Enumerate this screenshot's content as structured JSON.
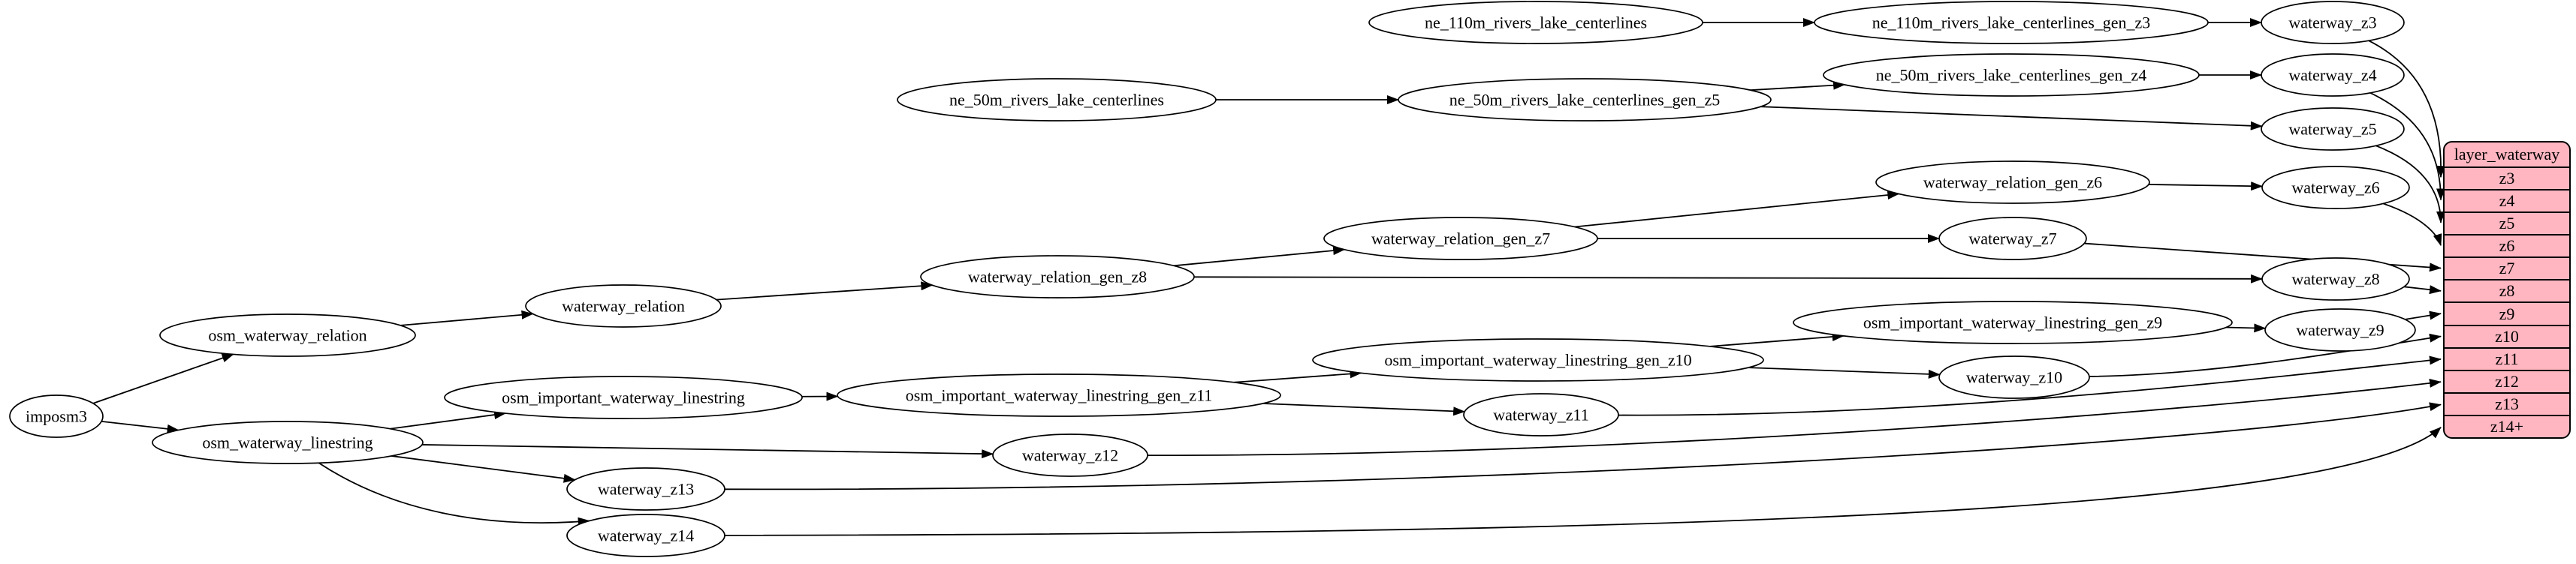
{
  "diagram": {
    "colors": {
      "background": "#ffffff",
      "node_fill": "#ffffff",
      "node_stroke": "#000000",
      "edge_color": "#000000",
      "table_fill": "#ffb6c1",
      "table_stroke": "#000000",
      "text_color": "#000000"
    },
    "nodes": [
      {
        "id": "imposm3",
        "label": "imposm3"
      },
      {
        "id": "osm_waterway_relation",
        "label": "osm_waterway_relation"
      },
      {
        "id": "osm_waterway_linestring",
        "label": "osm_waterway_linestring"
      },
      {
        "id": "waterway_relation",
        "label": "waterway_relation"
      },
      {
        "id": "osm_important_waterway_linestring",
        "label": "osm_important_waterway_linestring"
      },
      {
        "id": "waterway_relation_gen_z8",
        "label": "waterway_relation_gen_z8"
      },
      {
        "id": "waterway_relation_gen_z7",
        "label": "waterway_relation_gen_z7"
      },
      {
        "id": "waterway_relation_gen_z6",
        "label": "waterway_relation_gen_z6"
      },
      {
        "id": "osm_important_waterway_linestring_gen_z11",
        "label": "osm_important_waterway_linestring_gen_z11"
      },
      {
        "id": "osm_important_waterway_linestring_gen_z10",
        "label": "osm_important_waterway_linestring_gen_z10"
      },
      {
        "id": "osm_important_waterway_linestring_gen_z9",
        "label": "osm_important_waterway_linestring_gen_z9"
      },
      {
        "id": "ne_110m_rivers_lake_centerlines",
        "label": "ne_110m_rivers_lake_centerlines"
      },
      {
        "id": "ne_110m_rivers_lake_centerlines_gen_z3",
        "label": "ne_110m_rivers_lake_centerlines_gen_z3"
      },
      {
        "id": "ne_50m_rivers_lake_centerlines",
        "label": "ne_50m_rivers_lake_centerlines"
      },
      {
        "id": "ne_50m_rivers_lake_centerlines_gen_z5",
        "label": "ne_50m_rivers_lake_centerlines_gen_z5"
      },
      {
        "id": "ne_50m_rivers_lake_centerlines_gen_z4",
        "label": "ne_50m_rivers_lake_centerlines_gen_z4"
      },
      {
        "id": "waterway_z3",
        "label": "waterway_z3"
      },
      {
        "id": "waterway_z4",
        "label": "waterway_z4"
      },
      {
        "id": "waterway_z5",
        "label": "waterway_z5"
      },
      {
        "id": "waterway_z6",
        "label": "waterway_z6"
      },
      {
        "id": "waterway_z7",
        "label": "waterway_z7"
      },
      {
        "id": "waterway_z8",
        "label": "waterway_z8"
      },
      {
        "id": "waterway_z9",
        "label": "waterway_z9"
      },
      {
        "id": "waterway_z10",
        "label": "waterway_z10"
      },
      {
        "id": "waterway_z11",
        "label": "waterway_z11"
      },
      {
        "id": "waterway_z12",
        "label": "waterway_z12"
      },
      {
        "id": "waterway_z13",
        "label": "waterway_z13"
      },
      {
        "id": "waterway_z14",
        "label": "waterway_z14"
      }
    ],
    "edges": [
      {
        "from": "imposm3",
        "to": "osm_waterway_relation"
      },
      {
        "from": "imposm3",
        "to": "osm_waterway_linestring"
      },
      {
        "from": "osm_waterway_relation",
        "to": "waterway_relation"
      },
      {
        "from": "waterway_relation",
        "to": "waterway_relation_gen_z8"
      },
      {
        "from": "waterway_relation_gen_z8",
        "to": "waterway_relation_gen_z7"
      },
      {
        "from": "waterway_relation_gen_z8",
        "to": "waterway_z8"
      },
      {
        "from": "waterway_relation_gen_z7",
        "to": "waterway_relation_gen_z6"
      },
      {
        "from": "waterway_relation_gen_z7",
        "to": "waterway_z7"
      },
      {
        "from": "waterway_relation_gen_z6",
        "to": "waterway_z6"
      },
      {
        "from": "ne_110m_rivers_lake_centerlines",
        "to": "ne_110m_rivers_lake_centerlines_gen_z3"
      },
      {
        "from": "ne_110m_rivers_lake_centerlines_gen_z3",
        "to": "waterway_z3"
      },
      {
        "from": "ne_50m_rivers_lake_centerlines",
        "to": "ne_50m_rivers_lake_centerlines_gen_z5"
      },
      {
        "from": "ne_50m_rivers_lake_centerlines_gen_z5",
        "to": "ne_50m_rivers_lake_centerlines_gen_z4"
      },
      {
        "from": "ne_50m_rivers_lake_centerlines_gen_z5",
        "to": "waterway_z5"
      },
      {
        "from": "ne_50m_rivers_lake_centerlines_gen_z4",
        "to": "waterway_z4"
      },
      {
        "from": "osm_waterway_linestring",
        "to": "osm_important_waterway_linestring"
      },
      {
        "from": "osm_waterway_linestring",
        "to": "waterway_z12"
      },
      {
        "from": "osm_waterway_linestring",
        "to": "waterway_z13"
      },
      {
        "from": "osm_waterway_linestring",
        "to": "waterway_z14"
      },
      {
        "from": "osm_important_waterway_linestring",
        "to": "osm_important_waterway_linestring_gen_z11"
      },
      {
        "from": "osm_important_waterway_linestring_gen_z11",
        "to": "osm_important_waterway_linestring_gen_z10"
      },
      {
        "from": "osm_important_waterway_linestring_gen_z11",
        "to": "waterway_z11"
      },
      {
        "from": "osm_important_waterway_linestring_gen_z10",
        "to": "osm_important_waterway_linestring_gen_z9"
      },
      {
        "from": "osm_important_waterway_linestring_gen_z10",
        "to": "waterway_z10"
      },
      {
        "from": "osm_important_waterway_linestring_gen_z9",
        "to": "waterway_z9"
      },
      {
        "from": "waterway_z3",
        "to": "layer_waterway",
        "port": "z3"
      },
      {
        "from": "waterway_z4",
        "to": "layer_waterway",
        "port": "z4"
      },
      {
        "from": "waterway_z5",
        "to": "layer_waterway",
        "port": "z5"
      },
      {
        "from": "waterway_z6",
        "to": "layer_waterway",
        "port": "z6"
      },
      {
        "from": "waterway_z7",
        "to": "layer_waterway",
        "port": "z7"
      },
      {
        "from": "waterway_z8",
        "to": "layer_waterway",
        "port": "z8"
      },
      {
        "from": "waterway_z9",
        "to": "layer_waterway",
        "port": "z9"
      },
      {
        "from": "waterway_z10",
        "to": "layer_waterway",
        "port": "z10"
      },
      {
        "from": "waterway_z11",
        "to": "layer_waterway",
        "port": "z11"
      },
      {
        "from": "waterway_z12",
        "to": "layer_waterway",
        "port": "z12"
      },
      {
        "from": "waterway_z13",
        "to": "layer_waterway",
        "port": "z13"
      },
      {
        "from": "waterway_z14",
        "to": "layer_waterway",
        "port": "z14+"
      }
    ],
    "table": {
      "id": "layer_waterway",
      "title": "layer_waterway",
      "rows": [
        "z3",
        "z4",
        "z5",
        "z6",
        "z7",
        "z8",
        "z9",
        "z10",
        "z11",
        "z12",
        "z13",
        "z14+"
      ]
    }
  }
}
